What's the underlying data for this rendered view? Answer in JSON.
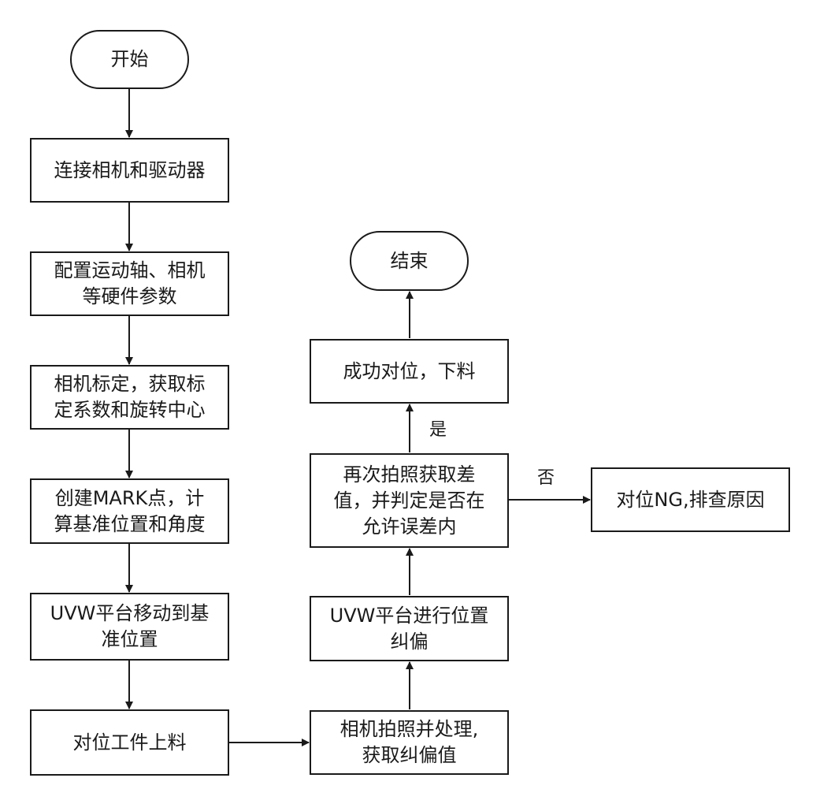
{
  "nodes": {
    "start": [
      "开始"
    ],
    "connect": [
      "连接相机和驱动器"
    ],
    "config": [
      "配置运动轴、相机",
      "等硬件参数"
    ],
    "calib": [
      "相机标定，获取标",
      "定系数和旋转中心"
    ],
    "mark": [
      "创建MARK点，计",
      "算基准位置和角度"
    ],
    "uvw_move": [
      "UVW平台移动到基",
      "准位置"
    ],
    "load": [
      "对位工件上料"
    ],
    "capture": [
      "相机拍照并处理,",
      "获取纠偏值"
    ],
    "correct": [
      "UVW平台进行位置",
      "纠偏"
    ],
    "check": [
      "再次拍照获取差",
      "值，并判定是否在",
      "允许误差内"
    ],
    "success": [
      "成功对位，下料"
    ],
    "end": [
      "结束"
    ],
    "ng": [
      "对位NG,排查原因"
    ]
  },
  "edge_labels": {
    "yes": "是",
    "no": "否"
  },
  "colors": {
    "stroke": "#1a1a1a",
    "fill": "#ffffff"
  }
}
